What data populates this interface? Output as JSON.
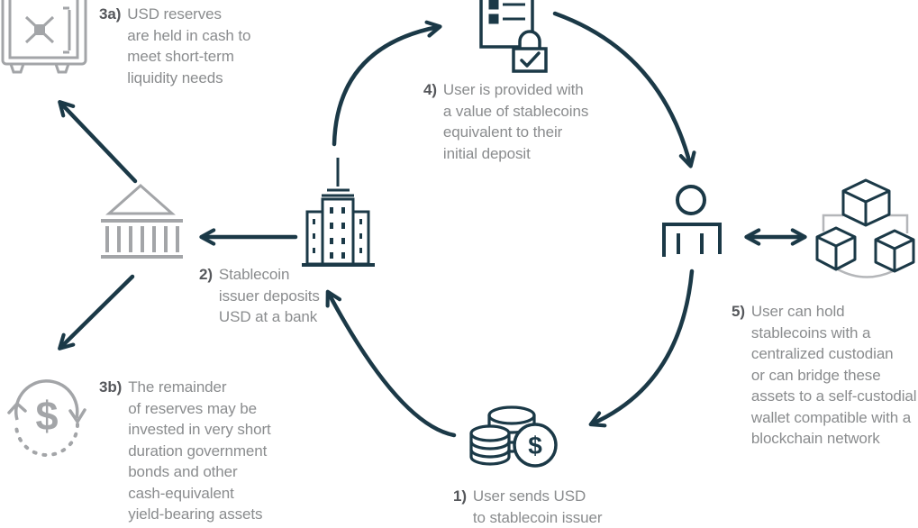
{
  "palette": {
    "ink": "#1b3947",
    "icon_gray": "#a3a5a8",
    "text_gray": "#8a8c8e",
    "number_gray": "#55575b"
  },
  "currency_symbol": "$",
  "steps": {
    "s1": {
      "num": "1)",
      "text": "User sends USD\nto stablecoin issuer"
    },
    "s2": {
      "num": "2)",
      "text": "Stablecoin\nissuer deposits\nUSD at a bank"
    },
    "s3a": {
      "num": "3a)",
      "text": "USD reserves\nare held in cash to\nmeet short-term\nliquidity needs"
    },
    "s3b": {
      "num": "3b)",
      "text": "The remainder\nof reserves may be\ninvested in very short\nduration government\nbonds and other\ncash-equivalent\nyield-bearing assets"
    },
    "s4": {
      "num": "4)",
      "text": "User is provided with\na value of stablecoins\nequivalent to their\ninitial deposit"
    },
    "s5": {
      "num": "5)",
      "text": "User can hold\nstablecoins with a\ncentralized custodian\nor can bridge these\nassets to a self-custodial\nwallet compatible with a\nblockchain network"
    }
  },
  "icons": {
    "vault": "cash reserves vault",
    "bank": "bank building",
    "issuer": "stablecoin issuer building",
    "contract": "stablecoin contract with padlock",
    "user": "user",
    "blockchain": "blockchain network cubes",
    "coins": "USD coins",
    "reinvest": "reinvested reserves cycle"
  }
}
